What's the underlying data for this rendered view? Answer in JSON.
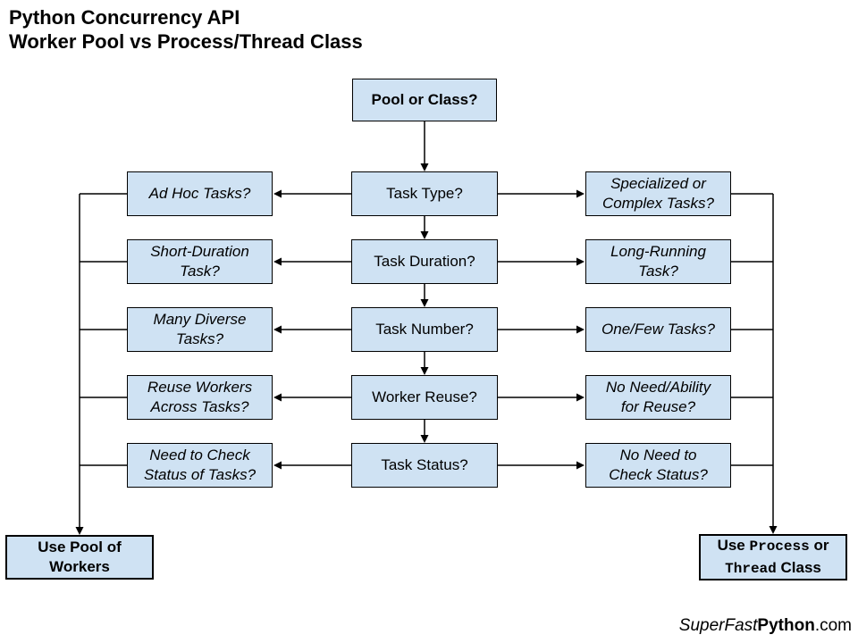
{
  "title": {
    "line1": "Python Concurrency API",
    "line2": "Worker Pool vs Process/Thread Class"
  },
  "colors": {
    "background": "#ffffff",
    "box_fill": "#cfe2f3",
    "box_border": "#000000",
    "connector": "#000000",
    "text": "#000000"
  },
  "root_node": {
    "label": "Pool or Class?"
  },
  "rows": [
    {
      "left": "Ad Hoc Tasks?",
      "center": "Task Type?",
      "right": "Specialized or\nComplex Tasks?"
    },
    {
      "left": "Short-Duration\nTask?",
      "center": "Task Duration?",
      "right": "Long-Running\nTask?"
    },
    {
      "left": "Many Diverse\nTasks?",
      "center": "Task Number?",
      "right": "One/Few Tasks?"
    },
    {
      "left": "Reuse Workers\nAcross Tasks?",
      "center": "Worker Reuse?",
      "right": "No Need/Ability\nfor Reuse?"
    },
    {
      "left": "Need to Check\nStatus of Tasks?",
      "center": "Task Status?",
      "right": "No Need to\nCheck Status?"
    }
  ],
  "outcome_left": {
    "label": "Use Pool of\nWorkers"
  },
  "outcome_right": {
    "word_use": "Use",
    "code_process": "Process",
    "word_or": "or",
    "code_thread": "Thread",
    "word_class": "Class"
  },
  "footer": {
    "brand_italic": "SuperFast",
    "brand_bold": "Python",
    "brand_suffix": ".com"
  }
}
